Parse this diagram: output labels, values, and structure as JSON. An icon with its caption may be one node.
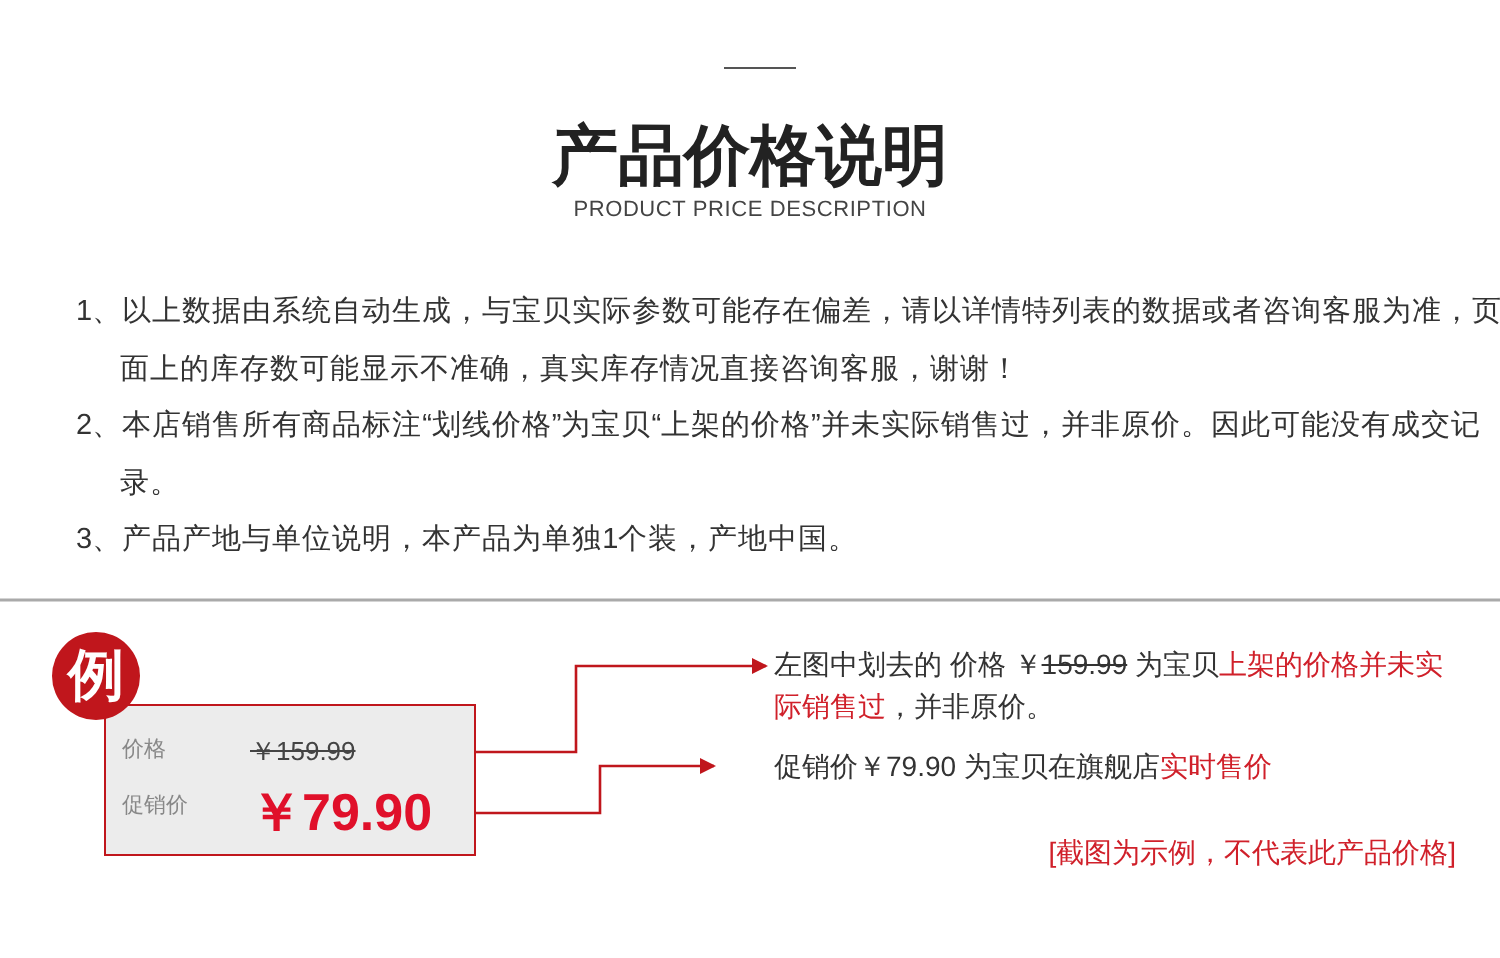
{
  "diagram": {
    "title": "产品价格说明",
    "nodes": [
      {
        "text": [
          "例"
        ]
      },
      {
        "text": [
          "价格",
          "促销价"
        ]
      },
      {
        "text": [
          "￥159.99"
        ],
        "in": 1
      },
      {
        "text": [
          "￥79.90"
        ],
        "in": 1
      },
      {
        "text": [
          "左图中划去的  价格 ￥*159.99* 为宝贝**上架的价格并未实际销售过**，并非原价。"
        ]
      },
      {
        "text": [
          "促销价￥79.90 为宝贝在旗舰店**实时售价**"
        ]
      }
    ],
    "edges": [
      {
        "from": 2,
        "to": 4,
        "arrow": "to"
      },
      {
        "from": 3,
        "to": 5,
        "arrow": "to"
      }
    ],
    "labels": [
      "PRODUCT PRICE DESCRIPTION",
      "1、以上数据由系统自动生成，与宝贝实际参数可能存在偏差，请以详情特列表的数据或者咨询客服为准，页面上的库存数可能显示不准确，真实库存情况直接咨询客服，谢谢！",
      "2、本店销售所有商品标注“划线价格”为宝贝“上架的价格”并未实际销售过，并非原价。因此可能没有成交记录。",
      "3、产品产地与单位说明，本产品为单独1个装，产地中国。",
      "[截图为示例，不代表此产品价格]"
    ]
  }
}
